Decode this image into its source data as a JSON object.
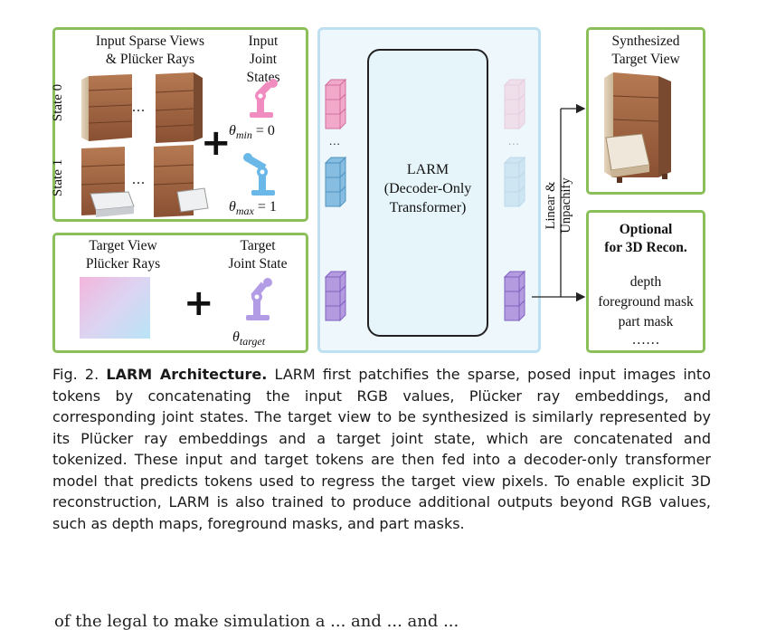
{
  "input_box": {
    "sparse_views_title": "Input Sparse Views\n& Plücker Rays",
    "joint_states_title": "Input\nJoint States",
    "state0_label": "State 0",
    "state1_label": "State 1",
    "ellipsis": "...",
    "theta_min_sym": "θ",
    "theta_min_sub": "min",
    "theta_min_val": " = 0",
    "theta_max_sym": "θ",
    "theta_max_sub": "max",
    "theta_max_val": " = 1"
  },
  "target_box": {
    "plucker_title": "Target View\nPlücker Rays",
    "joint_title": "Target\nJoint State",
    "theta_target_sym": "θ",
    "theta_target_sub": "target"
  },
  "model": {
    "label": "LARM\n(Decoder-Only\nTransformer)",
    "token_ellipsis": "...",
    "head_label": "Linear &\nUnpachify"
  },
  "output_box": {
    "title": "Synthesized\nTarget View"
  },
  "optional_box": {
    "title": "Optional\nfor 3D Recon.",
    "items": [
      "depth",
      "foreground mask",
      "part mask",
      "……"
    ]
  },
  "caption": {
    "fig": "Fig. 2.",
    "title": "LARM Architecture.",
    "body": "LARM first patchifies the sparse, posed input images into tokens by concatenating the input RGB values, Plücker ray embeddings, and corresponding joint states. The target view to be synthesized is similarly represented by its Plücker ray embeddings and a target joint state, which are concatenated and tokenized. These input and target tokens are then fed into a decoder-only transformer model that predicts tokens used to regress the target view pixels. To enable explicit 3D reconstruction, LARM is also trained to produce additional outputs beyond RGB values, such as depth maps, foreground masks, and part masks."
  },
  "bottom_text": "of the legal to make simulation a ... and ... and ...",
  "colors": {
    "green_border": "#8bbf5a",
    "panel_blue": "#bfe0f0",
    "token_pink": "#f2a9c9",
    "token_blue": "#86bde0",
    "token_purple": "#b49be0",
    "robot_pink": "#f08cc0",
    "robot_blue": "#6ab8e8",
    "robot_purple": "#b39ce6"
  }
}
